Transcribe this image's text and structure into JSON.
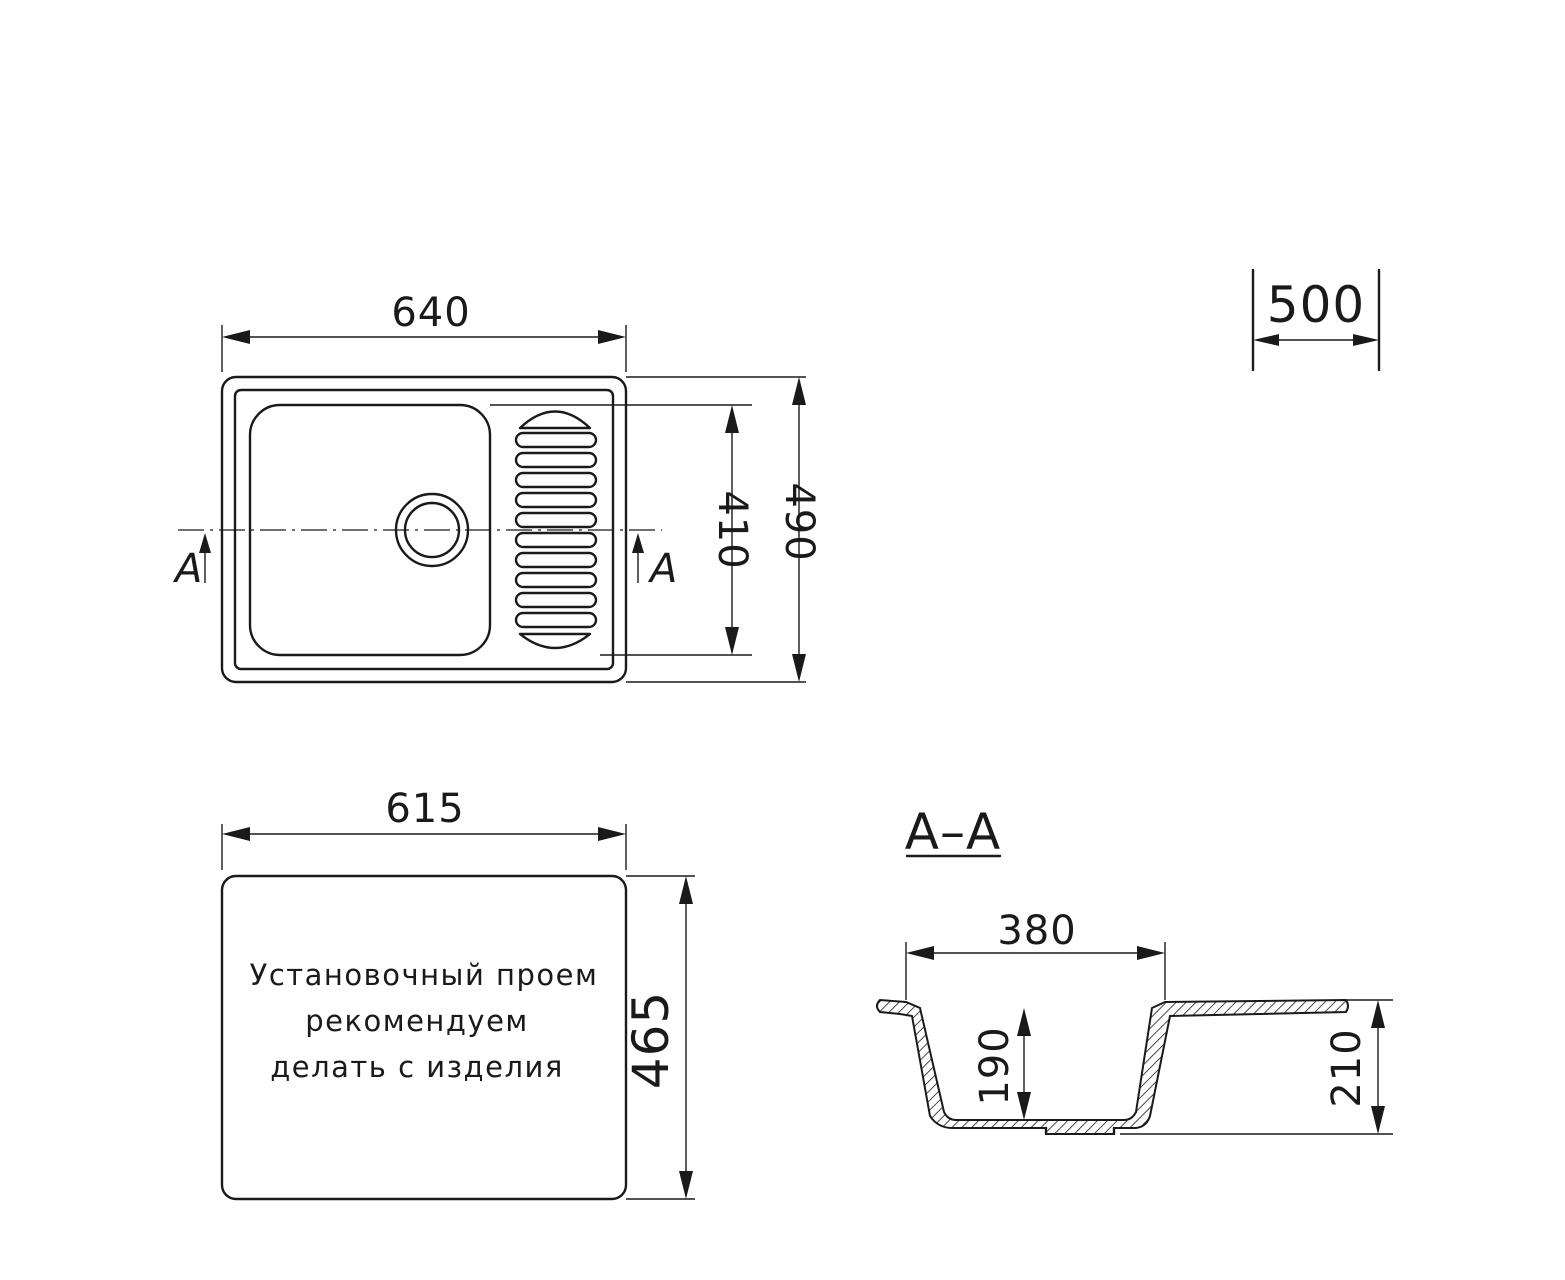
{
  "dimensions": {
    "top_width": "640",
    "inner_height": "410",
    "outer_height": "490",
    "depth_badge": "500",
    "cutout_width": "615",
    "cutout_height": "465",
    "section_bowl_width": "380",
    "section_bowl_depth": "190",
    "section_total_depth": "210"
  },
  "section": {
    "marker_left": "A",
    "marker_right": "A",
    "title": "A–A"
  },
  "cutout_note": {
    "line1": "Установочный проем",
    "line2": "рекомендуем",
    "line3": "делать с изделия"
  }
}
